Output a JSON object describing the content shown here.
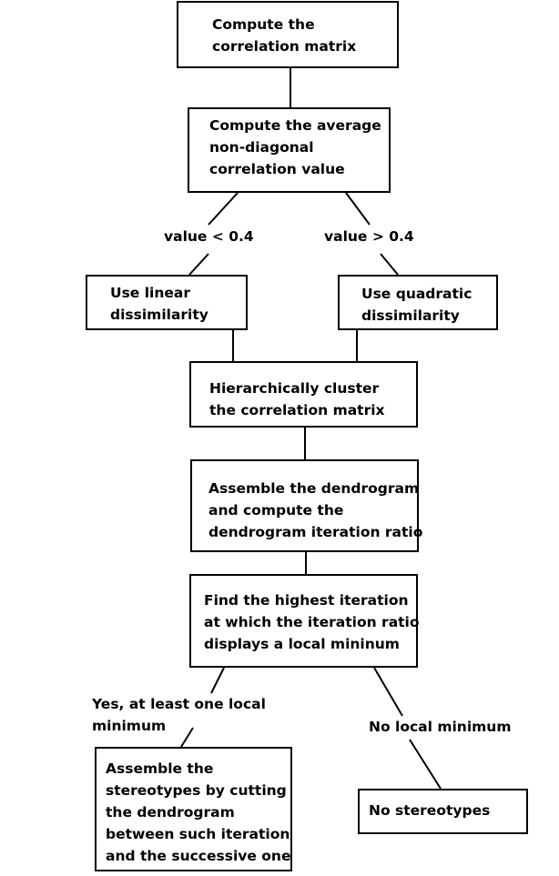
{
  "nodes": {
    "correlation_matrix": [
      "Compute the",
      "correlation matrix"
    ],
    "average_correlation": [
      "Compute the average",
      "non-diagonal",
      "correlation value"
    ],
    "linear": [
      "Use linear",
      "dissimilarity"
    ],
    "quadratic": [
      "Use  quadratic",
      "dissimilarity"
    ],
    "cluster": [
      "Hierarchically cluster",
      "the correlation matrix"
    ],
    "dendrogram": [
      "Assemble the dendrogram",
      "and compute the",
      "dendrogram iteration ratio"
    ],
    "find_minimum": [
      "Find the highest iteration",
      "at which the iteration ratio",
      "displays a local mininum"
    ],
    "stereotypes": [
      "Assemble the",
      "stereotypes by cutting",
      "the dendrogram",
      "between such iteration",
      "and the successive one"
    ],
    "no_stereotypes": [
      "No stereotypes"
    ]
  },
  "edge_labels": {
    "less": [
      "value < 0.4"
    ],
    "greater": [
      "value > 0.4"
    ],
    "yes": [
      "Yes, at least one local",
      "minimum"
    ],
    "no": [
      "No local minimum"
    ]
  },
  "colors": {
    "stroke": "#000000",
    "text": "#000000",
    "background": "#ffffff"
  }
}
